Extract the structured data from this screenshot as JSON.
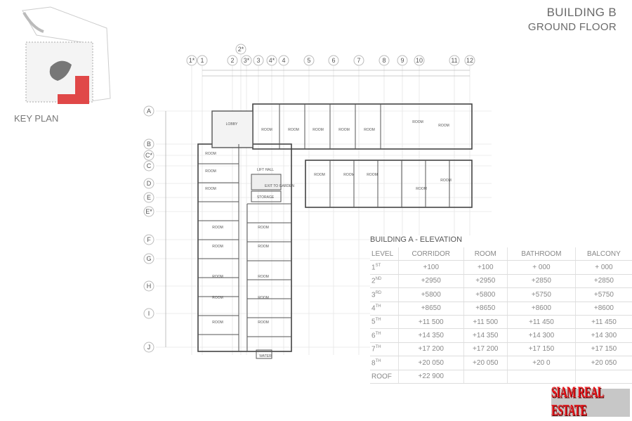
{
  "header": {
    "building": "BUILDING B",
    "floor": "GROUND FLOOR"
  },
  "key_plan": {
    "label": "KEY PLAN",
    "highlight_color": "#e04848"
  },
  "grid": {
    "columns": [
      "1*",
      "1",
      "2*",
      "2",
      "3*",
      "3",
      "4*",
      "4",
      "5",
      "6",
      "7",
      "8",
      "9",
      "10",
      "11",
      "12"
    ],
    "rows": [
      "A",
      "B",
      "C*",
      "C",
      "D",
      "E",
      "E*",
      "F",
      "G",
      "H",
      "I",
      "J"
    ]
  },
  "plan": {
    "spaces": {
      "lobby": "LOBBY",
      "lift_hall": "LIFT HALL",
      "storage": "STORAGE",
      "exit": "EXIT TO GARDEN",
      "room": "ROOM",
      "water": "WATER"
    }
  },
  "elevation": {
    "title": "BUILDING A - ELEVATION",
    "headers": [
      "LEVEL",
      "CORRIDOR",
      "ROOM",
      "BATHROOM",
      "BALCONY"
    ],
    "rows": [
      {
        "level": "1",
        "sup": "ST",
        "v": [
          "+100",
          "+100",
          "+ 000",
          "+ 000"
        ]
      },
      {
        "level": "2",
        "sup": "ND",
        "v": [
          "+2950",
          "+2950",
          "+2850",
          "+2850"
        ]
      },
      {
        "level": "3",
        "sup": "RD",
        "v": [
          "+5800",
          "+5800",
          "+5750",
          "+5750"
        ]
      },
      {
        "level": "4",
        "sup": "TH",
        "v": [
          "+8650",
          "+8650",
          "+8600",
          "+8600"
        ]
      },
      {
        "level": "5",
        "sup": "TH",
        "v": [
          "+11 500",
          "+11 500",
          "+11 450",
          "+11 450"
        ]
      },
      {
        "level": "6",
        "sup": "TH",
        "v": [
          "+14 350",
          "+14 350",
          "+14 300",
          "+14 300"
        ]
      },
      {
        "level": "7",
        "sup": "TH",
        "v": [
          "+17 200",
          "+17 200",
          "+17 150",
          "+17 150"
        ]
      },
      {
        "level": "8",
        "sup": "TH",
        "v": [
          "+20 050",
          "+20 050",
          "+20 0",
          "+20 050"
        ]
      },
      {
        "level": "ROOF",
        "sup": "",
        "v": [
          "+22 900",
          "",
          "",
          ""
        ]
      }
    ]
  },
  "watermark": "SIAM REAL ESTATE"
}
